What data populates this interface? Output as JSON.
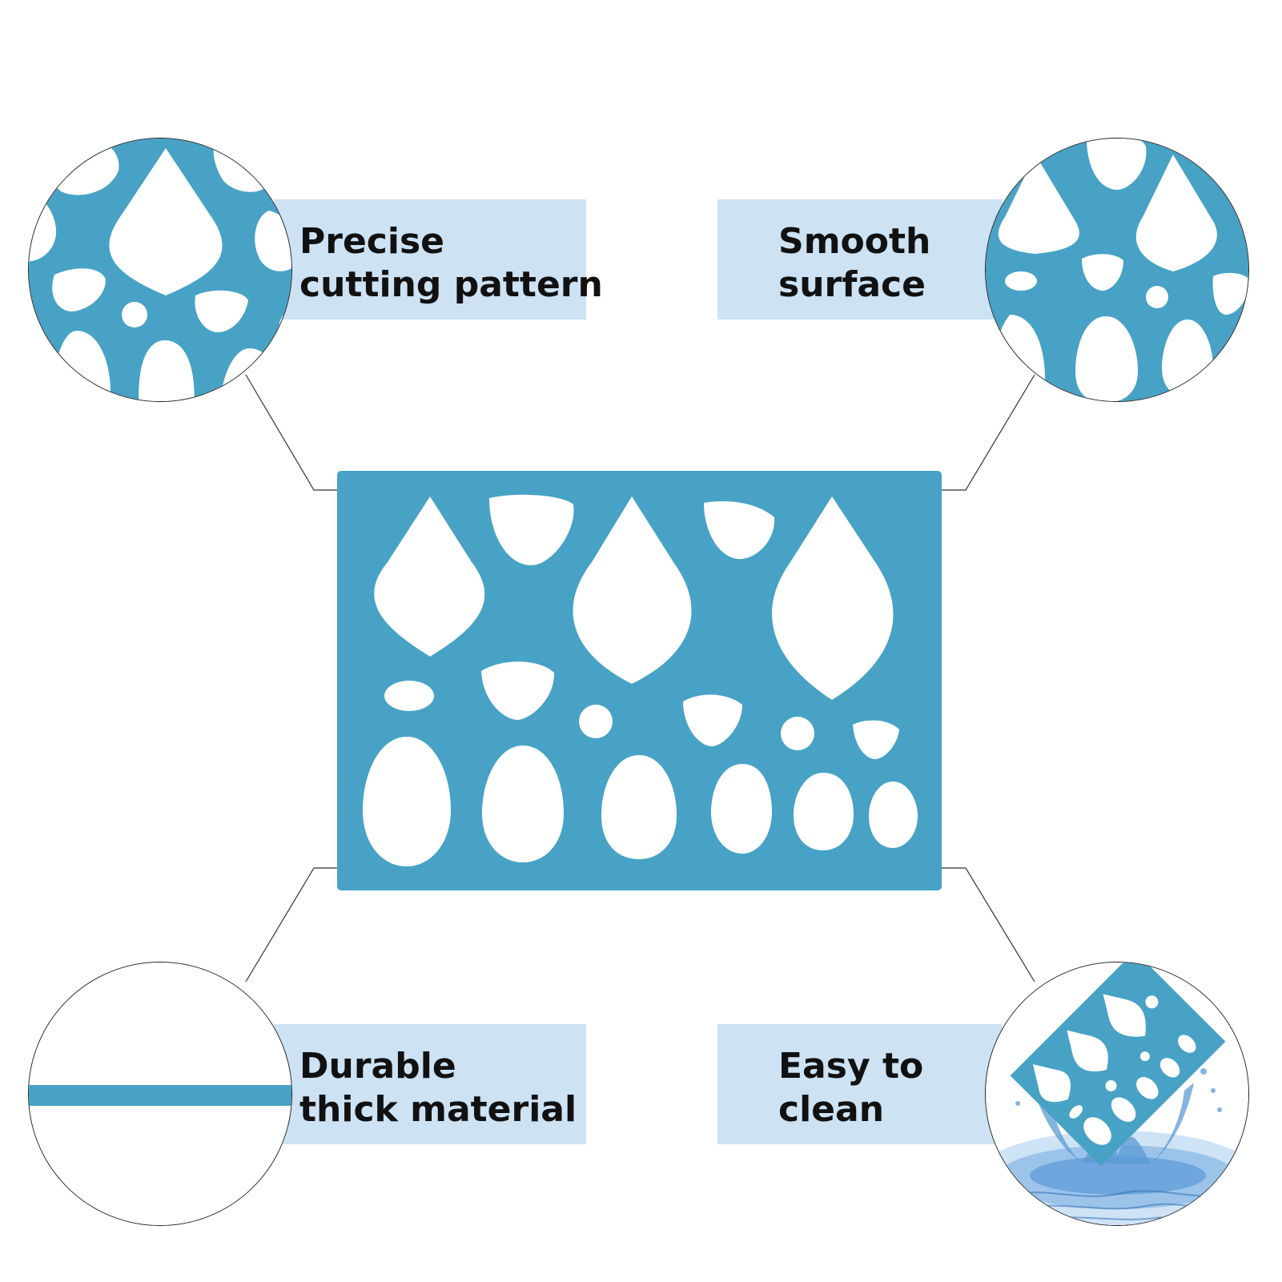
{
  "colors": {
    "template": "#47a2c6",
    "label_bg": "#cde2f3",
    "text": "#111111",
    "water": "#5a9bd5"
  },
  "features": [
    {
      "id": "precise",
      "line1": "Precise",
      "line2": "cutting pattern"
    },
    {
      "id": "smooth",
      "line1": "Smooth",
      "line2": "surface"
    },
    {
      "id": "durable",
      "line1": "Durable",
      "line2": "thick material"
    },
    {
      "id": "clean",
      "line1": "Easy to",
      "line2": "clean"
    }
  ]
}
